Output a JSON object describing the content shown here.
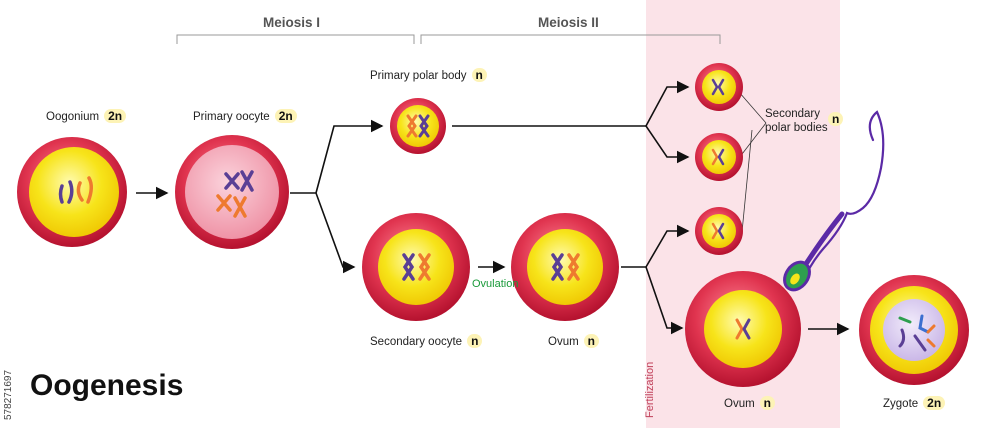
{
  "title": "Oogenesis",
  "phases": {
    "meiosis1": "Meiosis I",
    "meiosis2": "Meiosis II"
  },
  "cells": {
    "oogonium": {
      "label": "Oogonium",
      "ploidy": "2n"
    },
    "primary_oocyte": {
      "label": "Primary oocyte",
      "ploidy": "2n"
    },
    "primary_polar_body": {
      "label": "Primary polar body",
      "ploidy": "n"
    },
    "secondary_oocyte": {
      "label": "Secondary oocyte",
      "ploidy": "n"
    },
    "ovum_mid": {
      "label": "Ovum",
      "ploidy": "n"
    },
    "secondary_polar_bodies": {
      "label_line1": "Secondary",
      "label_line2": "polar bodies",
      "ploidy": "n"
    },
    "ovum_final": {
      "label": "Ovum",
      "ploidy": "n"
    },
    "zygote": {
      "label": "Zygote",
      "ploidy": "2n"
    }
  },
  "annotations": {
    "ovulation": "Ovulation",
    "fertilization": "Fertilization"
  },
  "watermark_id": "578271697",
  "colors": {
    "cell_outer": "#e0344f",
    "cytoplasm_yellow": "#f5e10a",
    "primary_oocyte_nucleus": "#f3a9b6",
    "zygote_nucleus": "#dccff0",
    "fertilization_band": "#fbe3e8",
    "chromosome_purple": "#5a3f95",
    "chromosome_orange": "#ee7a2f",
    "chromosome_green": "#2e9f4f",
    "chromosome_blue": "#3c6fd0",
    "sperm": "#5b2aa6",
    "ovulation_text": "#1a9a3a",
    "fertilization_text": "#c0405a"
  }
}
